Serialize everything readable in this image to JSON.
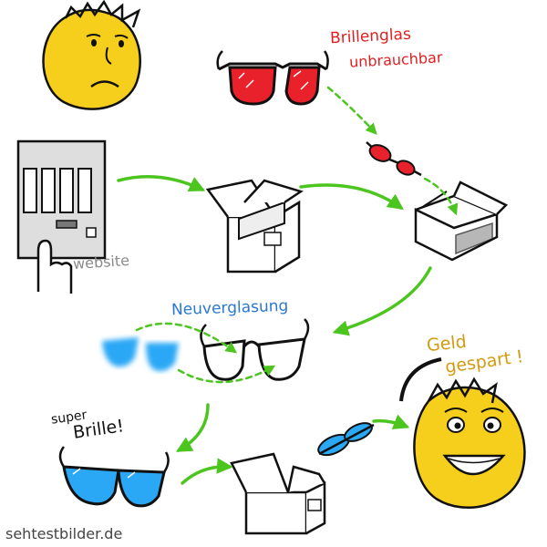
{
  "labels": {
    "broken_line1": "Brillenglas",
    "broken_line2": "unbrauchbar",
    "website": "website",
    "reglazing": "Neuverglasung",
    "money_line1": "Geld",
    "money_line2": "gespart !",
    "super_line1": "super",
    "super_line2": "Brille!",
    "site": "sehtestbilder.de"
  },
  "colors": {
    "face": "#f5cf1b",
    "lens_broken": "#e8212a",
    "lens_new": "#2aa8f5",
    "arrow": "#4cc51f",
    "outline": "#111111"
  },
  "icons": [
    "sad-face-icon",
    "broken-glasses-icon",
    "website-phone-icon",
    "pointing-hand-icon",
    "open-box-icon",
    "shipping-box-icon",
    "empty-frame-icon",
    "lens-pair-icon",
    "new-glasses-icon",
    "return-box-icon",
    "happy-face-icon"
  ]
}
